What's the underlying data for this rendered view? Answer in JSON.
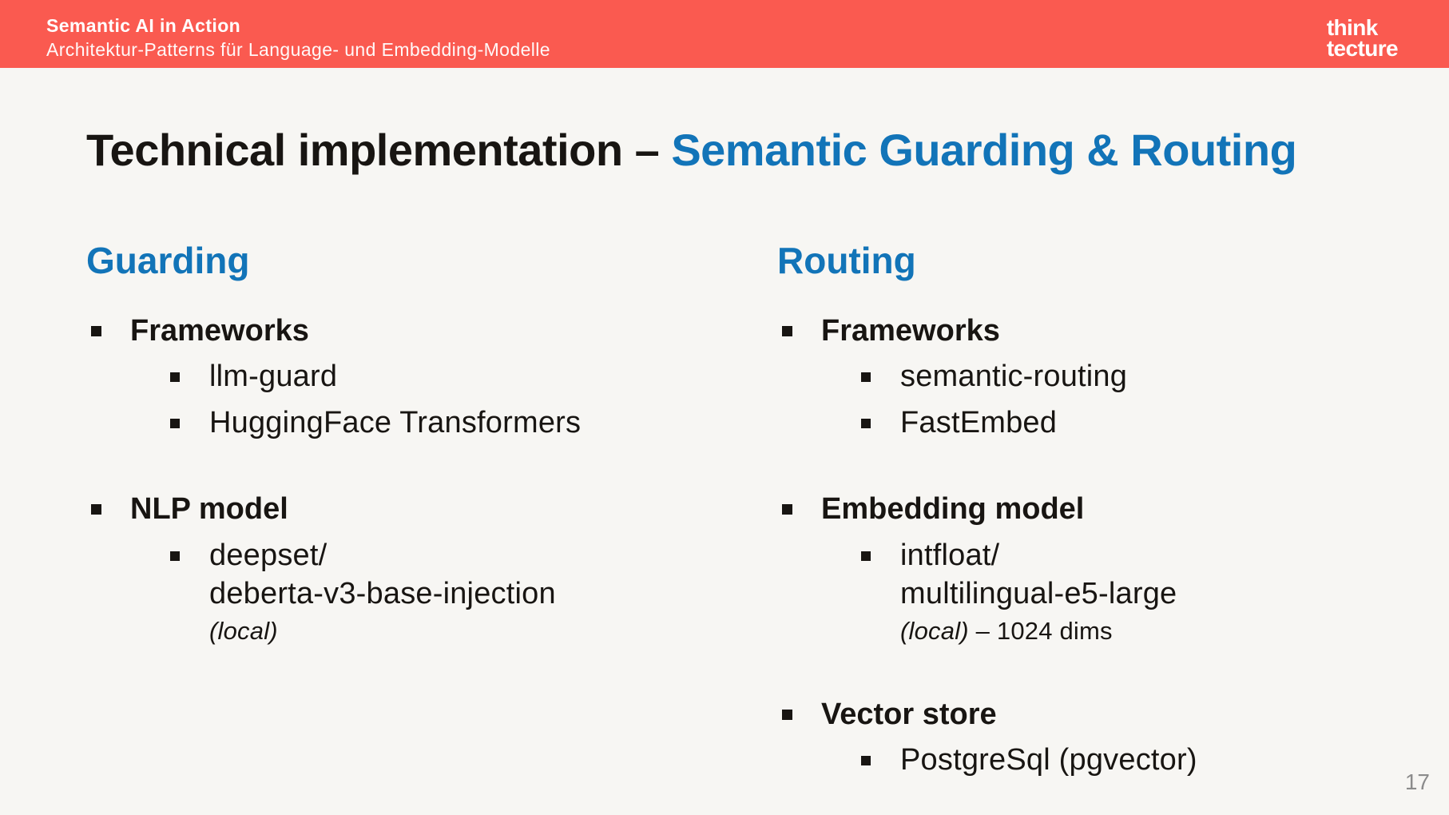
{
  "header": {
    "title": "Semantic AI in Action",
    "subtitle": "Architektur-Patterns für Language- und Embedding-Modelle",
    "logo_line1": "think",
    "logo_line2": "tecture",
    "bg_color": "#fa5a50"
  },
  "slide": {
    "title_black": "Technical implementation – ",
    "title_blue": "Semantic Guarding & Routing",
    "accent_blue": "#1274b8",
    "background": "#f7f6f3",
    "page_number": "17"
  },
  "columns": [
    {
      "heading": "Guarding",
      "groups": [
        {
          "label": "Frameworks",
          "items": [
            {
              "lines": [
                "llm-guard"
              ]
            },
            {
              "lines": [
                "HuggingFace Transformers"
              ]
            }
          ]
        },
        {
          "label": "NLP model",
          "items": [
            {
              "lines": [
                "deepset/",
                "deberta-v3-base-injection"
              ],
              "note_italic": "(local)",
              "note_rest": ""
            }
          ]
        }
      ]
    },
    {
      "heading": "Routing",
      "groups": [
        {
          "label": "Frameworks",
          "items": [
            {
              "lines": [
                "semantic-routing"
              ]
            },
            {
              "lines": [
                "FastEmbed"
              ]
            }
          ]
        },
        {
          "label": "Embedding model",
          "items": [
            {
              "lines": [
                "intfloat/",
                "multilingual-e5-large"
              ],
              "note_italic": "(local)",
              "note_rest": " – 1024 dims"
            }
          ]
        },
        {
          "label": "Vector store",
          "items": [
            {
              "lines": [
                "PostgreSql (pgvector)"
              ]
            }
          ]
        }
      ]
    }
  ]
}
